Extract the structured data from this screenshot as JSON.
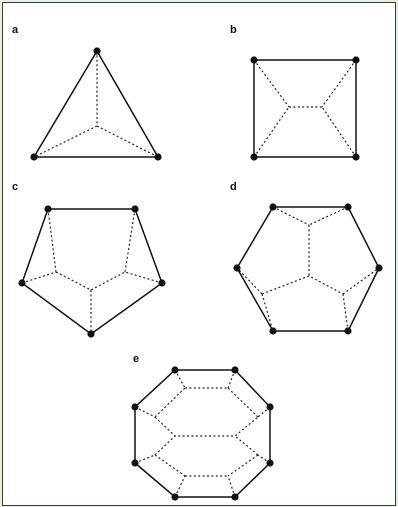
{
  "panels": [
    {
      "id": "a",
      "label": "a",
      "shape": "triangle"
    },
    {
      "id": "b",
      "label": "b",
      "shape": "square"
    },
    {
      "id": "c",
      "label": "c",
      "shape": "pentagon"
    },
    {
      "id": "d",
      "label": "d",
      "shape": "hexagon"
    },
    {
      "id": "e",
      "label": "e",
      "shape": "octagon"
    }
  ],
  "colors": {
    "line": "#111111",
    "background": "#ffffff",
    "outer_border": "#e6f0dc"
  }
}
